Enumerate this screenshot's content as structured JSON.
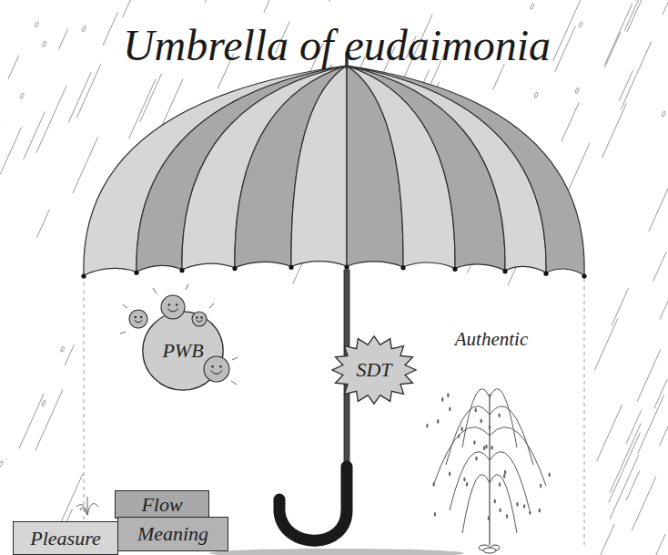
{
  "diagram": {
    "title": "Umbrella of eudaimonia",
    "nodes": [
      {
        "text": [
          "PWB"
        ]
      },
      {
        "text": [
          "SDT"
        ]
      },
      {
        "text": [
          "Flow"
        ]
      },
      {
        "text": [
          "Pleasure"
        ]
      },
      {
        "text": [
          "Meaning"
        ]
      }
    ],
    "labels": [
      "Authentic"
    ]
  }
}
